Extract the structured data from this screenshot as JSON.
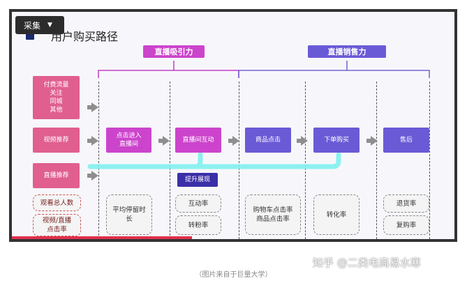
{
  "toolbar": {
    "collect_label": "采集"
  },
  "slide": {
    "title": "用户购买路径",
    "group_left": "直播吸引力",
    "group_right": "直播销售力",
    "sources": {
      "paid": [
        "付费流量",
        "关注",
        "同城",
        "其他"
      ],
      "video": "视频推荐",
      "live": "直播推荐"
    },
    "steps": {
      "enter": "点击进入\n直播间",
      "interact": "直播间互动",
      "product_click": "商品点击",
      "order": "下单购买",
      "after_sale": "售后",
      "boost": "提升展现"
    },
    "metrics": {
      "total_viewers": "观看总人数",
      "ctr": "视频/直播\n点击率",
      "avg_stay": "平均停留时\n长",
      "interact_rate": "互动率",
      "follow_rate": "转粉率",
      "cart_ctr": "购物车点击率\n商品点击率",
      "conversion": "转化率",
      "refund": "退货率",
      "repurchase": "复购率"
    }
  },
  "caption": "（图片来自于巨量大学）",
  "watermark": "知乎 @二类电商易水寒",
  "colors": {
    "pink": "#e05f8f",
    "magenta": "#cc44cc",
    "purple": "#6b5ad6",
    "cyan": "#7ff0ee"
  }
}
